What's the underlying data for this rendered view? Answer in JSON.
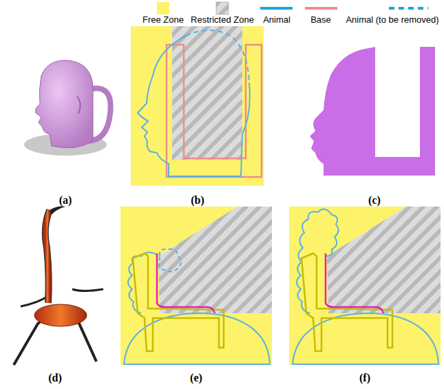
{
  "diagram": {
    "labels": [
      "(a)",
      "(b)",
      "(c)",
      "(d)",
      "(e)",
      "(f)"
    ],
    "legend": [
      {
        "text": "Free Zone",
        "color": "#fcf36a"
      },
      {
        "text": "Restricted Zone"
      },
      {
        "text": "Animal"
      },
      {
        "text": "Base"
      },
      {
        "text": "Animal (to be removed)"
      }
    ]
  }
}
